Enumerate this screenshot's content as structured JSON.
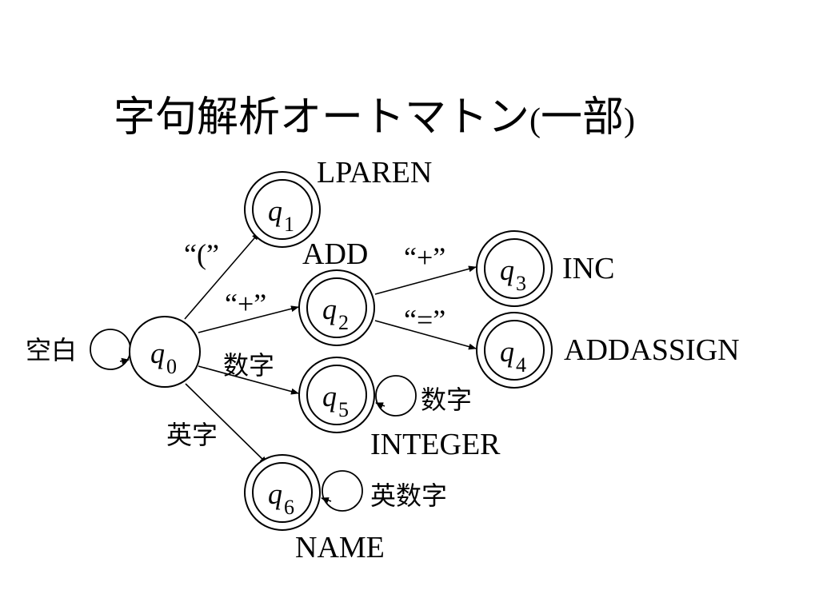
{
  "title": {
    "main": "字句解析オートマトン",
    "paren_open": "(",
    "suffix": "一部",
    "paren_close": ")"
  },
  "states": {
    "q0": {
      "letter": "q",
      "index": "0",
      "accepting": false
    },
    "q1": {
      "letter": "q",
      "index": "1",
      "accepting": true,
      "token": "LPAREN"
    },
    "q2": {
      "letter": "q",
      "index": "2",
      "accepting": true,
      "token": "ADD"
    },
    "q3": {
      "letter": "q",
      "index": "3",
      "accepting": true,
      "token": "INC"
    },
    "q4": {
      "letter": "q",
      "index": "4",
      "accepting": true,
      "token": "ADDASSIGN"
    },
    "q5": {
      "letter": "q",
      "index": "5",
      "accepting": true,
      "token": "INTEGER"
    },
    "q6": {
      "letter": "q",
      "index": "6",
      "accepting": true,
      "token": "NAME"
    }
  },
  "transitions": {
    "q0_q1": "“(”",
    "q0_q2": "“+”",
    "q0_q5": "数字",
    "q0_q6": "英字",
    "q2_q3": "“+”",
    "q2_q4": "“=”"
  },
  "loops": {
    "q0": "空白",
    "q5": "数字",
    "q6": "英数字"
  }
}
